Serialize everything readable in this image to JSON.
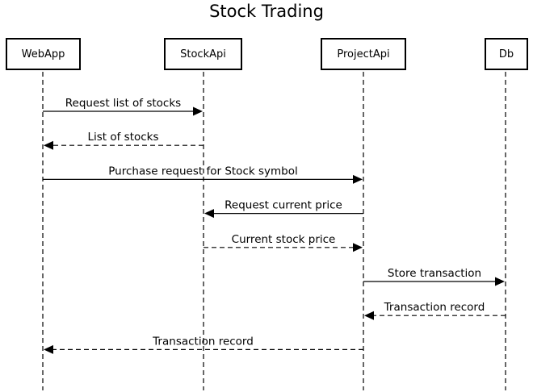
{
  "diagram": {
    "title": "Stock Trading",
    "actors": [
      {
        "id": "webapp",
        "label": "WebApp"
      },
      {
        "id": "stockapi",
        "label": "StockApi"
      },
      {
        "id": "projectapi",
        "label": "ProjectApi"
      },
      {
        "id": "db",
        "label": "Db"
      }
    ],
    "messages": [
      {
        "from": 0,
        "to": 1,
        "label": "Request list of stocks",
        "style": "solid"
      },
      {
        "from": 1,
        "to": 0,
        "label": "List of stocks",
        "style": "dashed"
      },
      {
        "from": 0,
        "to": 2,
        "label": "Purchase request for Stock symbol",
        "style": "solid"
      },
      {
        "from": 2,
        "to": 1,
        "label": "Request current price",
        "style": "solid"
      },
      {
        "from": 1,
        "to": 2,
        "label": "Current stock price",
        "style": "dashed"
      },
      {
        "from": 2,
        "to": 3,
        "label": "Store transaction",
        "style": "solid"
      },
      {
        "from": 3,
        "to": 2,
        "label": "Transaction record",
        "style": "dashed"
      },
      {
        "from": 2,
        "to": 0,
        "label": "Transaction record",
        "style": "dashed"
      }
    ]
  }
}
